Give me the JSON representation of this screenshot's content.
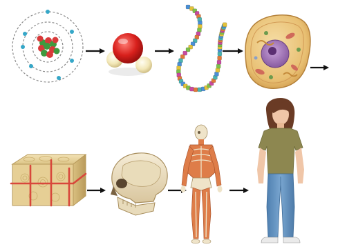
{
  "diagram": {
    "stages": [
      {
        "id": "atom",
        "icon": "atom-icon"
      },
      {
        "id": "molecule",
        "icon": "water-molecule-icon"
      },
      {
        "id": "macromolecule",
        "icon": "macromolecule-chain-icon"
      },
      {
        "id": "cell",
        "icon": "cell-icon"
      },
      {
        "id": "tissue",
        "icon": "bone-tissue-icon"
      },
      {
        "id": "organ",
        "icon": "skull-icon"
      },
      {
        "id": "organ-system",
        "icon": "musculoskeletal-system-icon"
      },
      {
        "id": "organism",
        "icon": "human-figure-icon"
      }
    ],
    "arrow_color": "#111111",
    "colors": {
      "proton": "#d83a3a",
      "neutron": "#3f9a3f",
      "electron": "#35a7c8",
      "oxygen": "#d8201c",
      "hydrogen": "#f2e7b7",
      "cell_body": "#efc77d",
      "nucleus": "#a77bbd",
      "tissue": "#e6cf95",
      "blood_vessel": "#d8473b",
      "bone": "#efe4c9",
      "muscle": "#de7d49",
      "shirt": "#8d8750",
      "jeans": "#5f8fbe",
      "hair": "#6a3b25",
      "skin": "#f0c6a8"
    }
  }
}
